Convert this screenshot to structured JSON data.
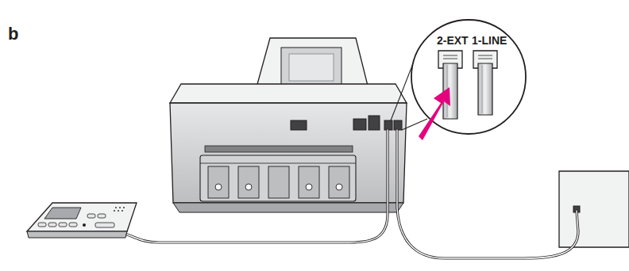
{
  "diagram": {
    "labels": [
      "b",
      "2-EXT",
      "1-LINE"
    ]
  }
}
